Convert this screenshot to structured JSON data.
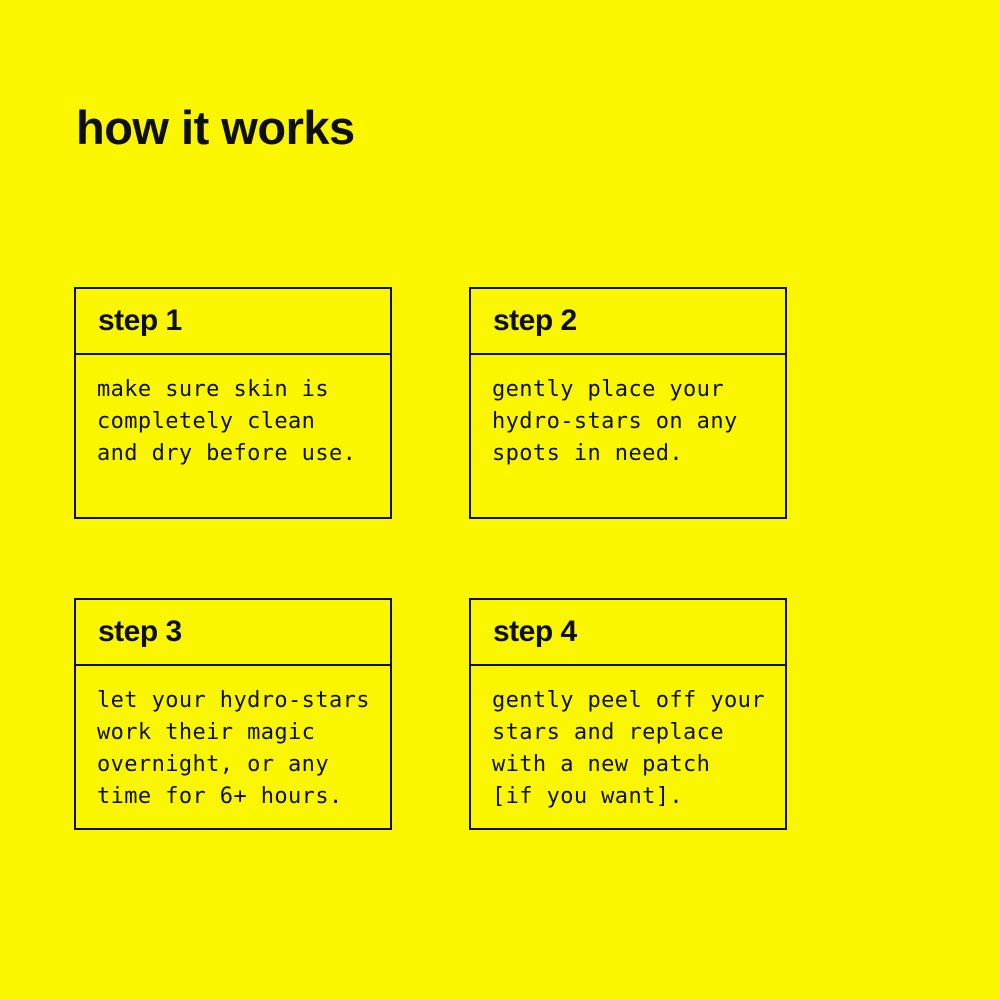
{
  "page": {
    "title": "how it works"
  },
  "theme": {
    "background": "#FAF600",
    "text": "#0F0F0F",
    "border": "#0F0F0F"
  },
  "steps": [
    {
      "label": "step 1",
      "body": "make sure skin is\ncompletely clean\nand dry before use."
    },
    {
      "label": "step 2",
      "body": "gently place your\nhydro-stars on any\nspots in need."
    },
    {
      "label": "step 3",
      "body": "let your hydro-stars\nwork their magic\novernight, or any\ntime for 6+ hours."
    },
    {
      "label": "step 4",
      "body": "gently peel off your\nstars and replace\nwith a new patch\n[if you want]."
    }
  ]
}
